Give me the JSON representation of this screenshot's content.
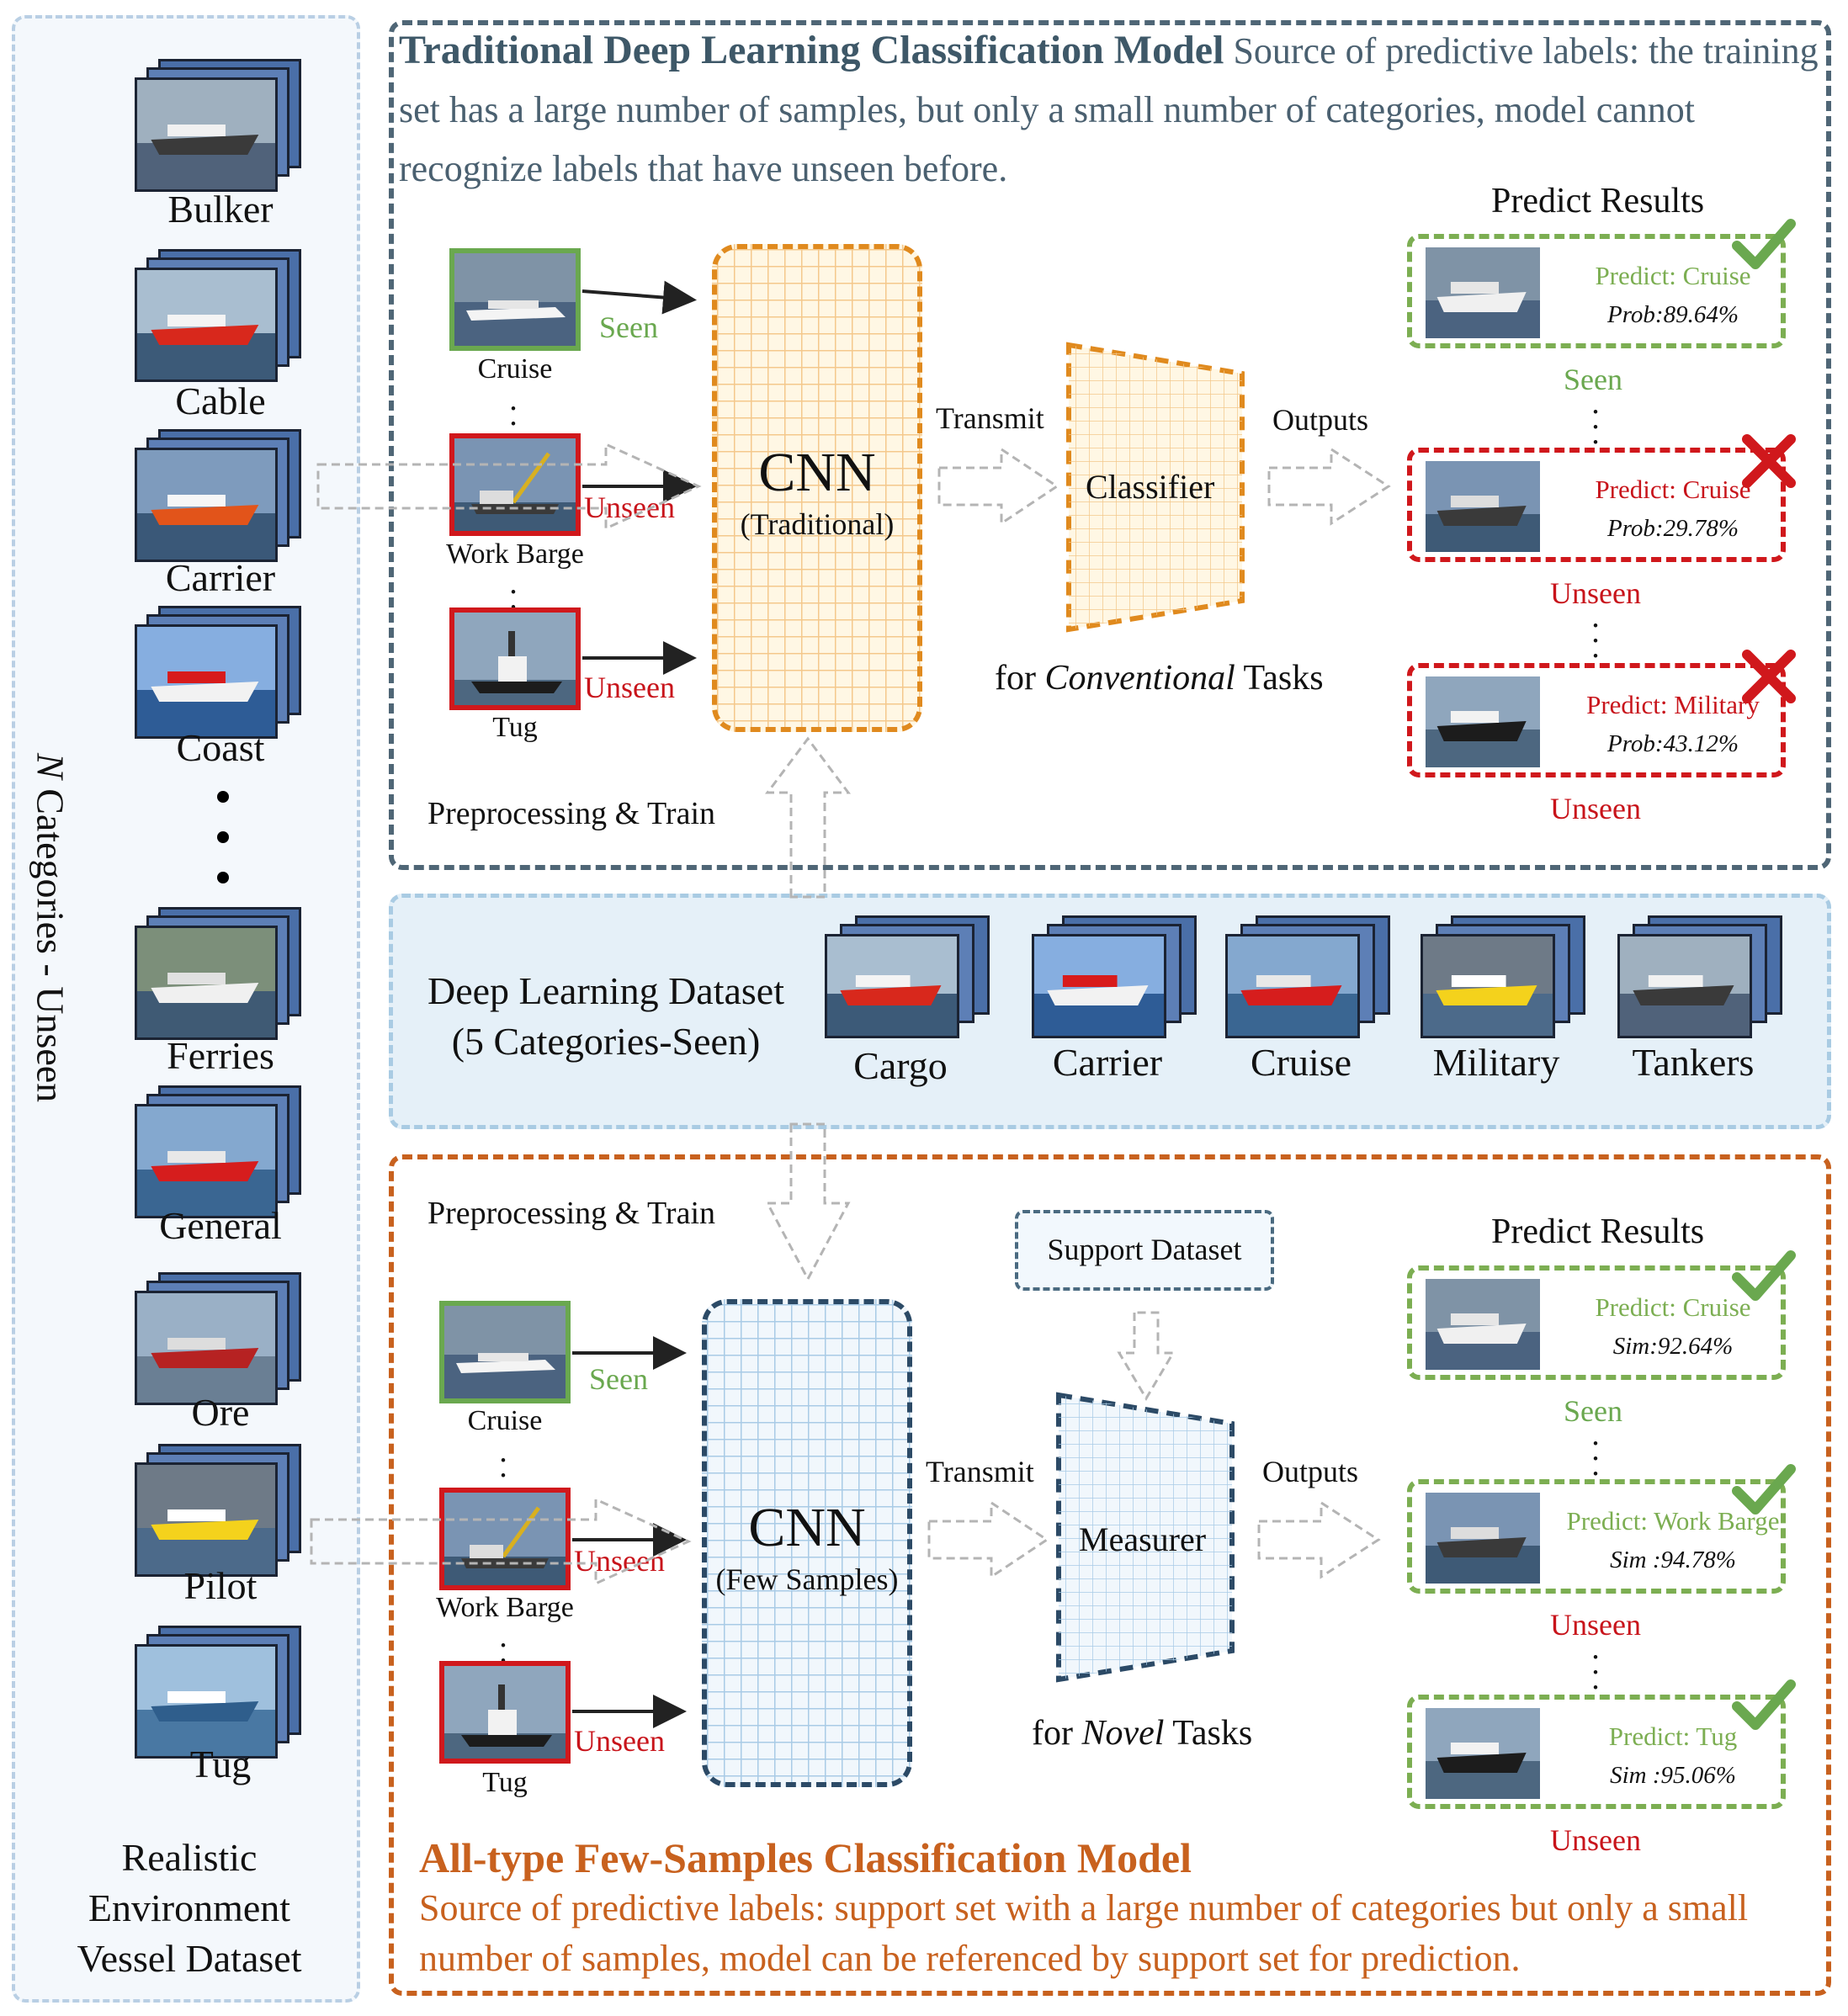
{
  "left_panel": {
    "categories": [
      "Bulker",
      "Cable",
      "Carrier",
      "Coast",
      "Ferries",
      "General",
      "Ore",
      "Pilot",
      "Tug"
    ],
    "axis_label_italic": "N",
    "axis_label_rest": " Categories - Unseen",
    "dataset_lines": [
      "Realistic",
      "Environment",
      "Vessel Dataset"
    ]
  },
  "top": {
    "title_bold": "Traditional Deep Learning Classification Model",
    "title_rest": " Source of predictive labels: the training set has a large number of samples, but only a small number of categories, model cannot recognize labels that have unseen before.",
    "inputs": [
      {
        "name": "Cruise",
        "status": "Seen"
      },
      {
        "name": "Work Barge",
        "status": "Unseen"
      },
      {
        "name": "Tug",
        "status": "Unseen"
      }
    ],
    "cnn_title": "CNN",
    "cnn_sub": "(Traditional)",
    "transmit": "Transmit",
    "module": "Classifier",
    "outputs": "Outputs",
    "task_pre": "for ",
    "task_italic": "Conventional",
    "task_post": " Tasks",
    "preprocess": "Preprocessing & Train",
    "predict_results": "Predict Results",
    "results": [
      {
        "predict": "Predict: Cruise",
        "prob": "Prob:89.64%",
        "status": "Seen",
        "correct": true
      },
      {
        "predict": "Predict: Cruise",
        "prob": "Prob:29.78%",
        "status": "Unseen",
        "correct": false
      },
      {
        "predict": "Predict: Military",
        "prob": "Prob:43.12%",
        "status": "Unseen",
        "correct": false
      }
    ]
  },
  "middle": {
    "title_line1": "Deep Learning Dataset",
    "title_line2": "(5 Categories-Seen)",
    "categories": [
      "Cargo",
      "Carrier",
      "Cruise",
      "Military",
      "Tankers"
    ]
  },
  "bottom": {
    "preprocess": "Preprocessing & Train",
    "support": "Support Dataset",
    "inputs": [
      {
        "name": "Cruise",
        "status": "Seen"
      },
      {
        "name": "Work Barge",
        "status": "Unseen"
      },
      {
        "name": "Tug",
        "status": "Unseen"
      }
    ],
    "cnn_title": "CNN",
    "cnn_sub": "(Few Samples)",
    "transmit": "Transmit",
    "module": "Measurer",
    "outputs": "Outputs",
    "task_pre": "for ",
    "task_italic": "Novel",
    "task_post": " Tasks",
    "predict_results": "Predict Results",
    "results": [
      {
        "predict": "Predict: Cruise",
        "prob": "Sim:92.64%",
        "status": "Seen",
        "correct": true
      },
      {
        "predict": "Predict: Work Barge",
        "prob": "Sim :94.78%",
        "status": "Unseen",
        "correct": true
      },
      {
        "predict": "Predict: Tug",
        "prob": "Sim :95.06%",
        "status": "Unseen",
        "correct": true
      }
    ],
    "title_bold": "All-type Few-Samples Classification Model",
    "desc": "Source of predictive labels: support set with a large number of categories but only a small number of samples, model can be referenced by support set for prediction."
  },
  "colors": {
    "seen_green": "#6aa84f",
    "unseen_red": "#c8141b",
    "top_border": "#4f6676",
    "bottom_border": "#c8611e",
    "cnn_orange": "#e08a1e",
    "cnn_blue": "#2c4a66"
  }
}
